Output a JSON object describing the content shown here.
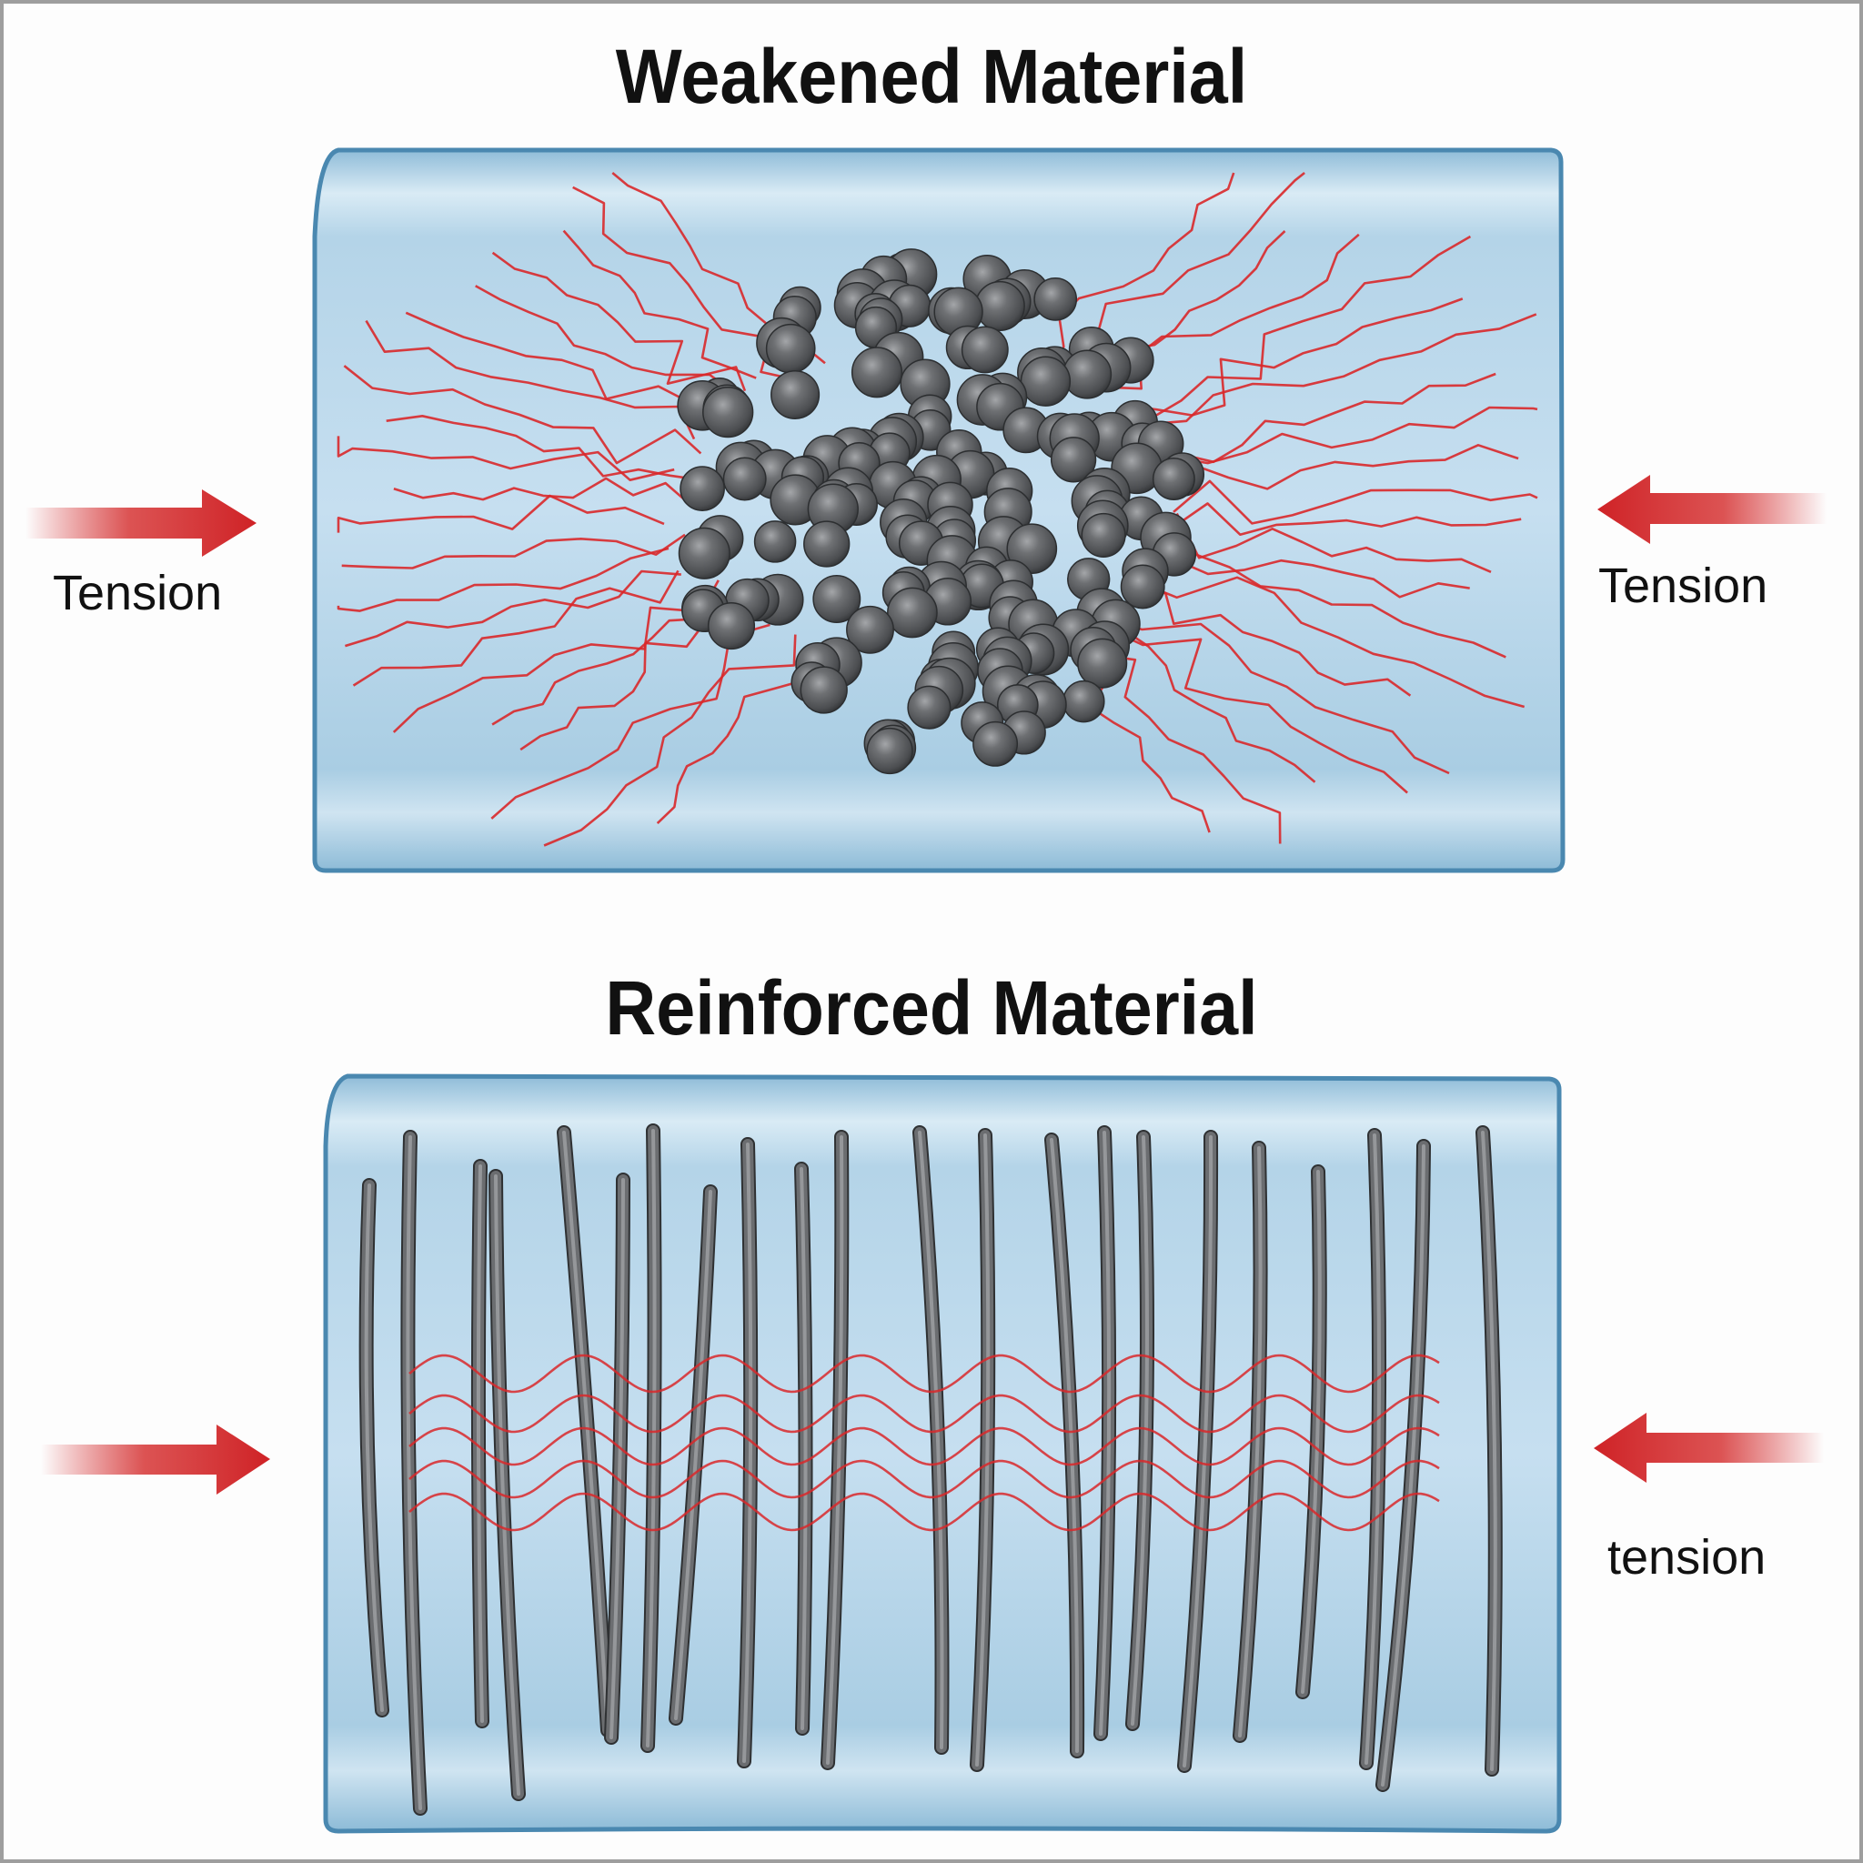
{
  "diagram": {
    "panels": [
      {
        "id": "weakened",
        "title": "Weakened Material",
        "left_force_label": "Tension",
        "right_force_label": "Tension",
        "filler": "agglomerated-particle-cluster",
        "stress_pattern": "radiating-cracks",
        "particle_count": 160
      },
      {
        "id": "reinforced",
        "title": "Reinforced Material",
        "left_force_label": "",
        "right_force_label": "tension",
        "filler": "dispersed-fibers",
        "stress_pattern": "distributed-wavy-stress-lines",
        "fiber_count": 22,
        "stress_line_count": 5
      }
    ],
    "colors": {
      "matrix_fill": "#a9cde3",
      "matrix_border": "#4a88b0",
      "stress": "#d9282a",
      "arrow": "#d2262a",
      "particle": "#5a5c5f",
      "fiber": "#6b6d70",
      "text": "#111111"
    }
  }
}
